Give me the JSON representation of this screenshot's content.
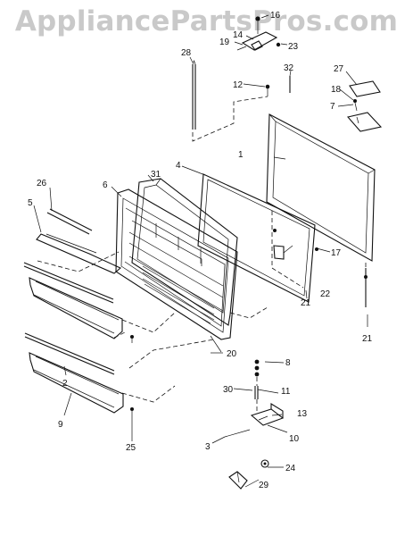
{
  "watermark": "AppliancePartsPros.com",
  "callouts": {
    "c1": "1",
    "c2": "2",
    "c3": "3",
    "c4": "4",
    "c5": "5",
    "c6": "6",
    "c7": "7",
    "c8": "8",
    "c9": "9",
    "c10": "10",
    "c11": "11",
    "c12": "12",
    "c13": "13",
    "c14": "14",
    "c16": "16",
    "c17": "17",
    "c18": "18",
    "c19": "19",
    "c20": "20",
    "c21a": "21",
    "c21b": "21",
    "c22": "22",
    "c23": "23",
    "c24": "24",
    "c25": "25",
    "c26": "26",
    "c27": "27",
    "c28": "28",
    "c29": "29",
    "c30": "30",
    "c31": "31",
    "c32": "32"
  }
}
